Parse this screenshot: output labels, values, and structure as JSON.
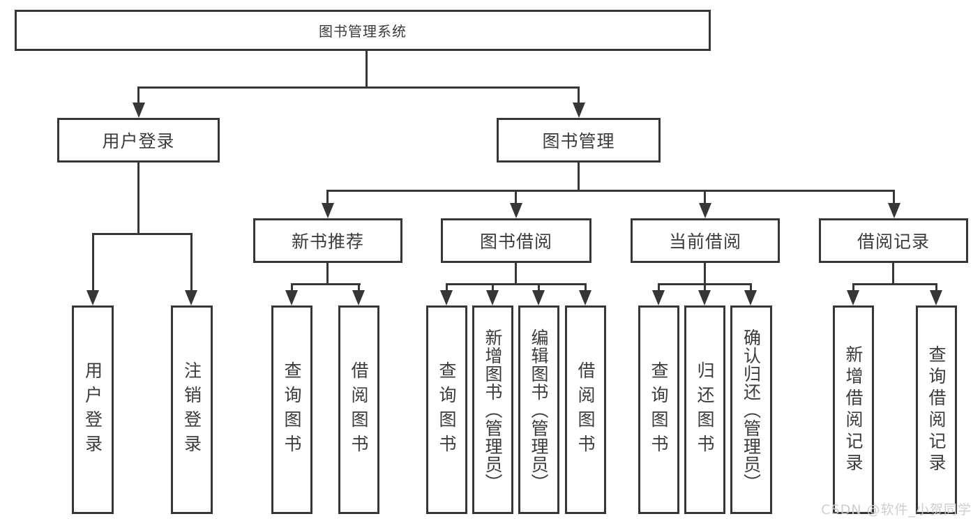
{
  "diagram": {
    "title": "图书管理系统",
    "type": "hierarchy-tree",
    "tree": {
      "root": {
        "label": "图书管理系统",
        "children": [
          {
            "label": "用户登录",
            "children": [
              {
                "label": "用户登录"
              },
              {
                "label": "注销登录"
              }
            ]
          },
          {
            "label": "图书管理",
            "children": [
              {
                "label": "新书推荐",
                "children": [
                  {
                    "label": "查询图书"
                  },
                  {
                    "label": "借阅图书"
                  }
                ]
              },
              {
                "label": "图书借阅",
                "children": [
                  {
                    "label": "查询图书"
                  },
                  {
                    "label": "新增图书（管理员）"
                  },
                  {
                    "label": "编辑图书（管理员）"
                  },
                  {
                    "label": "借阅图书"
                  }
                ]
              },
              {
                "label": "当前借阅",
                "children": [
                  {
                    "label": "查询图书"
                  },
                  {
                    "label": "归还图书"
                  },
                  {
                    "label": "确认归还（管理员）"
                  }
                ]
              },
              {
                "label": "借阅记录",
                "children": [
                  {
                    "label": "新增借阅记录"
                  },
                  {
                    "label": "查询借阅记录"
                  }
                ]
              }
            ]
          }
        ]
      }
    },
    "colors": {
      "line": "#363636",
      "text": "#3b3b3b",
      "background": "#ffffff",
      "watermark": "#cbcbcb"
    }
  },
  "watermark": {
    "text": "CSDN @软件_小贺同学"
  }
}
